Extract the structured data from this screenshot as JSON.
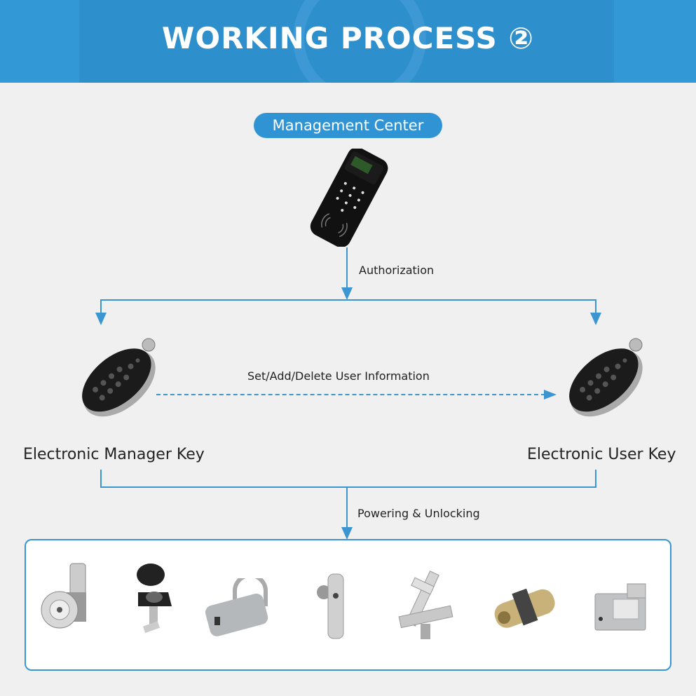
{
  "header": {
    "title": "WORKING PROCESS ②",
    "background_color": "#3399d6"
  },
  "management_center": {
    "label": "Management Center",
    "device": "handheld-programmer"
  },
  "flows": {
    "authorization": "Authorization",
    "set_add_delete": "Set/Add/Delete User Information",
    "powering_unlocking": "Powering & Unlocking"
  },
  "keys": {
    "manager": {
      "label": "Electronic Manager Key"
    },
    "user": {
      "label": "Electronic User Key"
    }
  },
  "locks": [
    {
      "name": "cam-lock"
    },
    {
      "name": "cabinet-lock-with-cover"
    },
    {
      "name": "padlock"
    },
    {
      "name": "swing-handle-lock"
    },
    {
      "name": "latch-lock"
    },
    {
      "name": "euro-cylinder"
    },
    {
      "name": "shutter-padlock"
    }
  ],
  "colors": {
    "accent": "#3a95d0",
    "background": "#f0f0f0",
    "text": "#222222"
  }
}
